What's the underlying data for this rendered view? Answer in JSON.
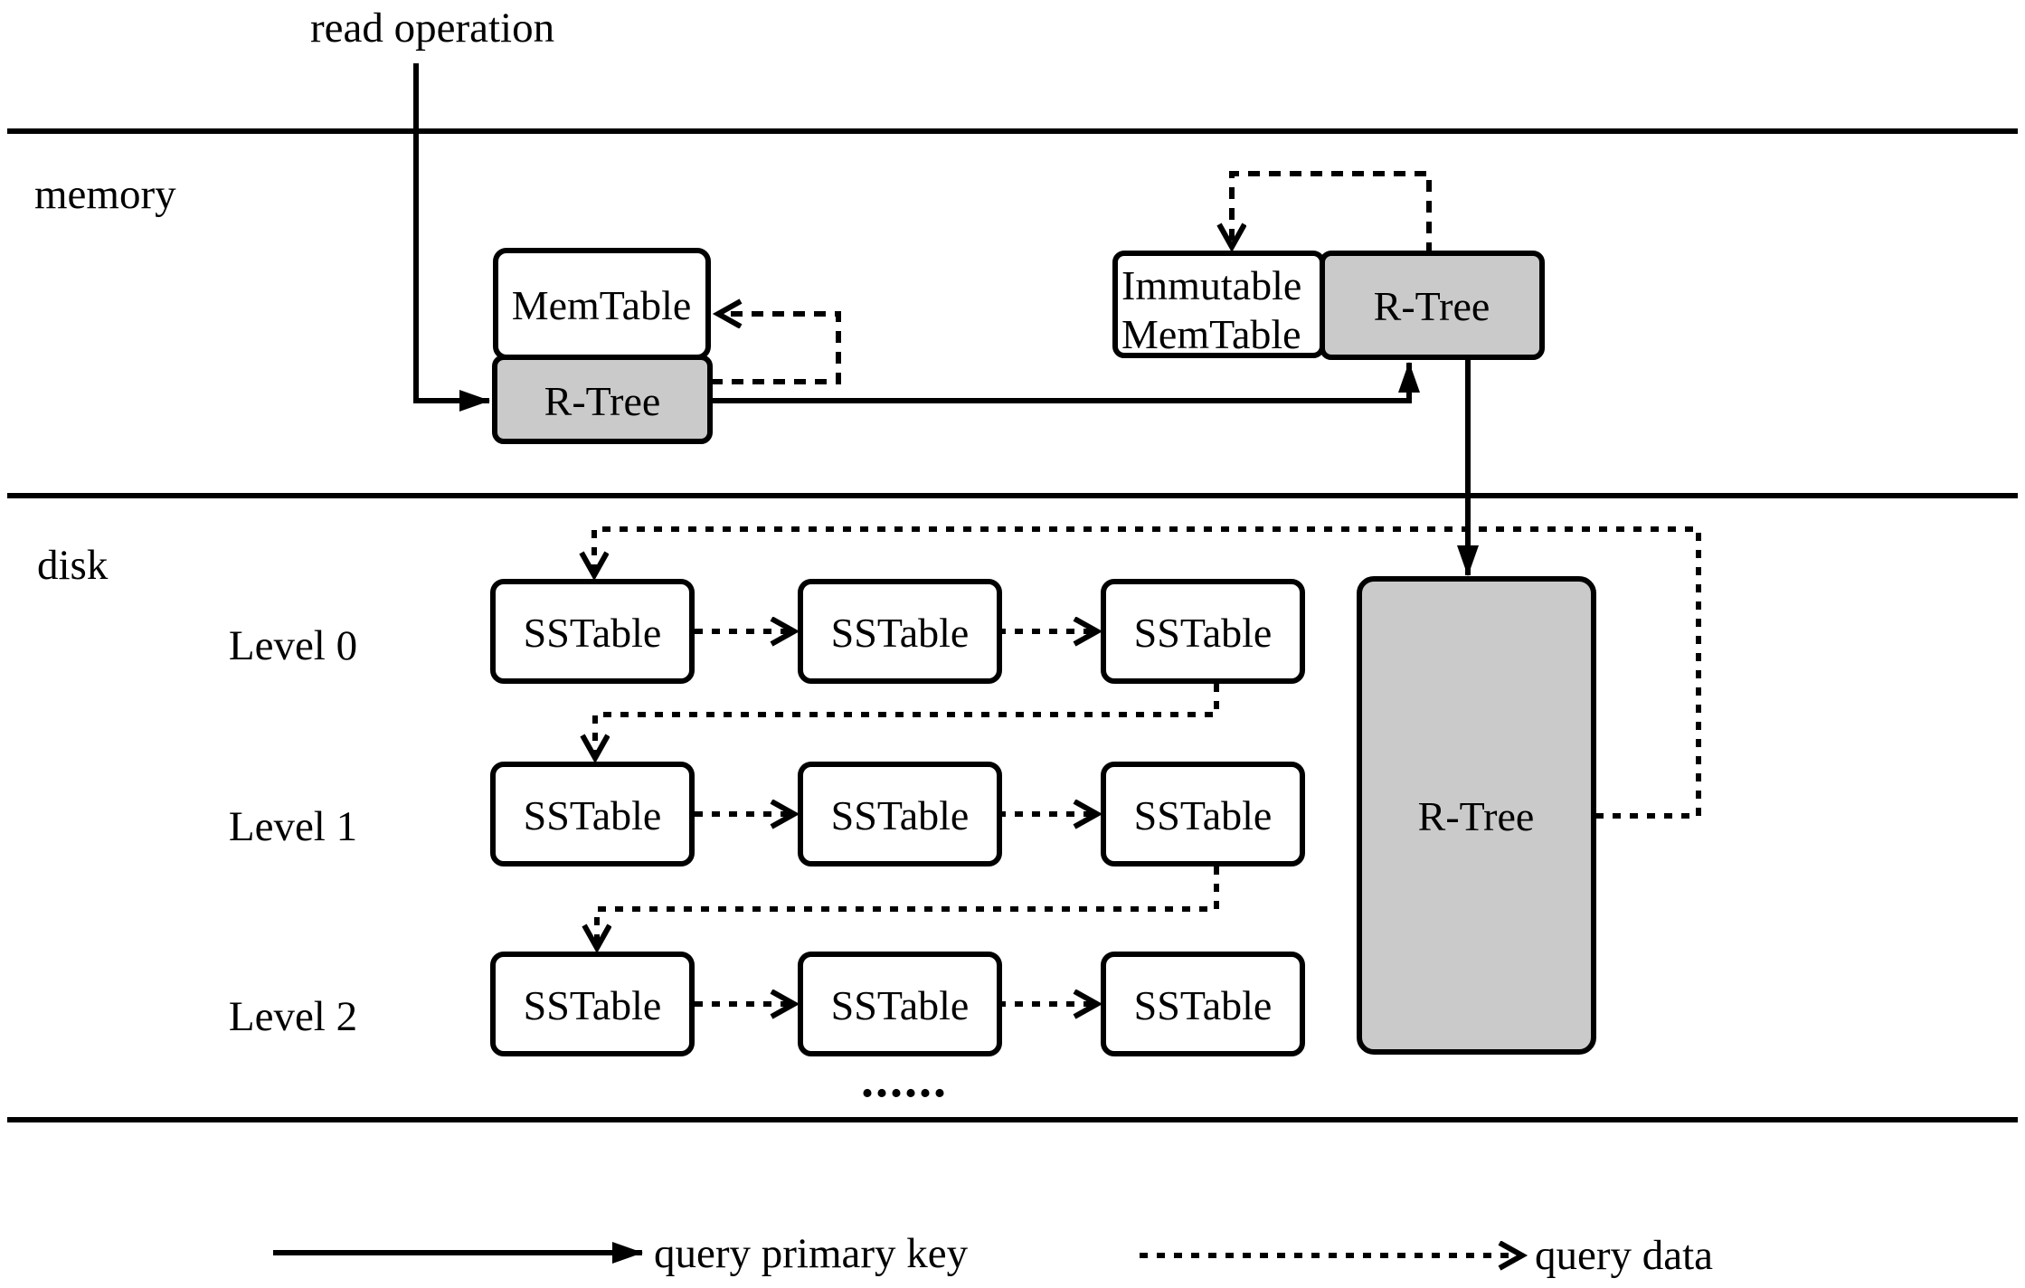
{
  "header": {
    "read_operation_label": "read operation"
  },
  "sections": {
    "memory_label": "memory",
    "disk_label": "disk"
  },
  "memory": {
    "memtable_label": "MemTable",
    "memtable_rtree_label": "R-Tree",
    "immutable_memtable_line1": "Immutable",
    "immutable_memtable_line2": "MemTable",
    "immutable_rtree_label": "R-Tree"
  },
  "disk": {
    "rtree_label": "R-Tree",
    "ellipsis": "......",
    "levels": [
      {
        "label": "Level 0",
        "boxes": [
          "SSTable",
          "SSTable",
          "SSTable"
        ]
      },
      {
        "label": "Level 1",
        "boxes": [
          "SSTable",
          "SSTable",
          "SSTable"
        ]
      },
      {
        "label": "Level 2",
        "boxes": [
          "SSTable",
          "SSTable",
          "SSTable"
        ]
      }
    ]
  },
  "legend": {
    "solid_arrow_label": "query primary key",
    "dotted_arrow_label": "query data"
  },
  "colors": {
    "box_gray": "#cacaca",
    "stroke": "#000000",
    "background": "#ffffff"
  }
}
